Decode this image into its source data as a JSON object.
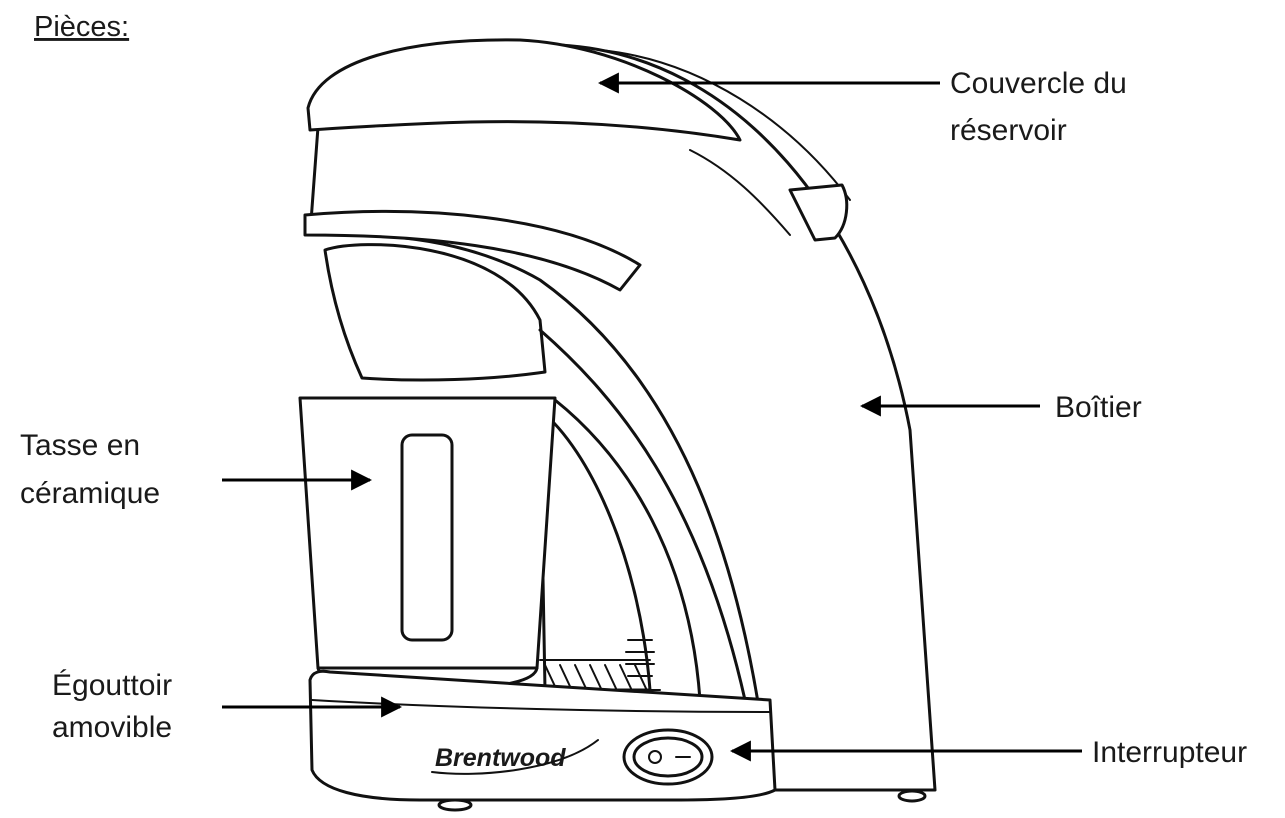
{
  "title": "Pièces:",
  "brand": "Brentwood",
  "labels": {
    "lid_line1": "Couvercle du",
    "lid_line2": "réservoir",
    "housing": "Boîtier",
    "cup_line1": "Tasse en",
    "cup_line2": "céramique",
    "tray_line1": "Égouttoir",
    "tray_line2": "amovible",
    "switch": "Interrupteur"
  }
}
